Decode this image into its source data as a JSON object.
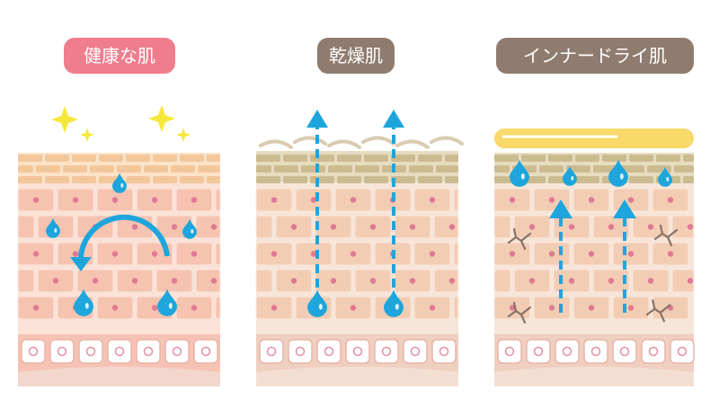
{
  "panels": [
    {
      "title": "健康な肌",
      "title_color": "#f07d8c"
    },
    {
      "title": "乾燥肌",
      "title_color": "#8f7c6f"
    },
    {
      "title": "インナードライ肌",
      "title_color": "#8f7c6f"
    }
  ],
  "colors": {
    "water": "#1ea6dc",
    "sparkle": "#f5e83a",
    "oil_bar": "#f8d96a",
    "cell_healthy": "#f6c3b1",
    "cell_dry": "#f2cdb4",
    "nucleus": "#e07a93",
    "crack": "#8a7266"
  }
}
